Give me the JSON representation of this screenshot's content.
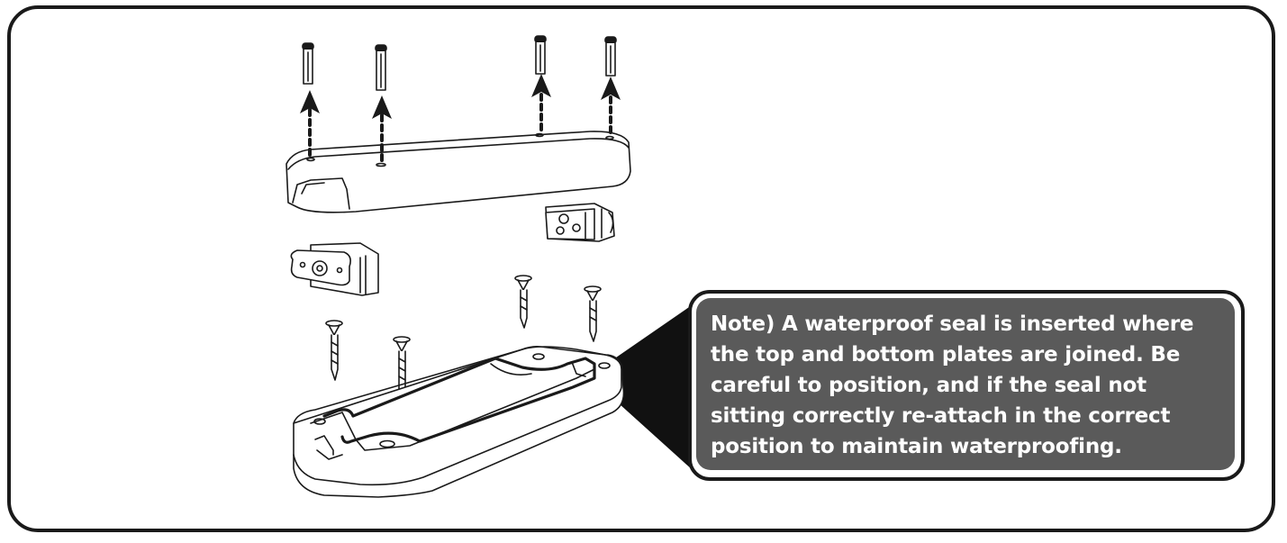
{
  "note": {
    "lines": [
      "Note) A waterproof seal is inserted where",
      "the top and bottom plates are joined. Be",
      "careful to position, and if the seal not",
      "sitting correctly re-attach in the correct",
      "position to maintain waterproofing."
    ]
  },
  "colors": {
    "frame": "#1a1a1a",
    "callout_fill": "#5a5a5a",
    "callout_text": "#ffffff",
    "line_art": "#1a1a1a"
  }
}
